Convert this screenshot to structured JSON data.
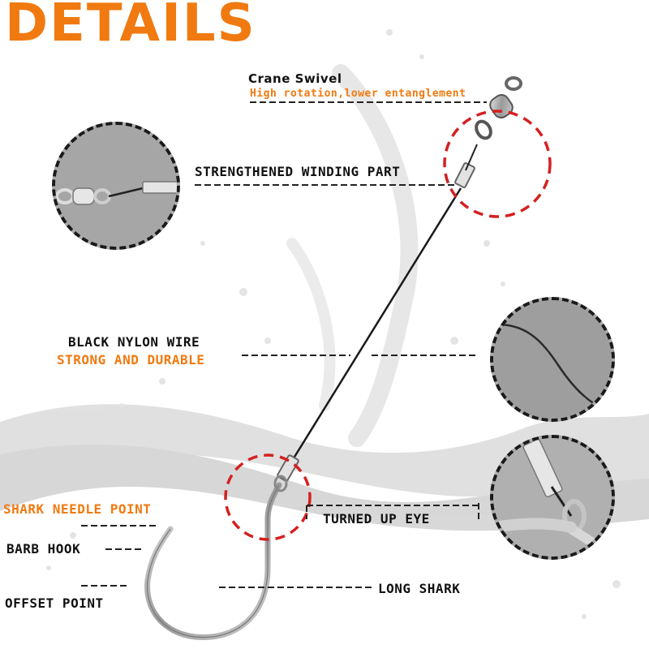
{
  "title": "DETAILS",
  "labels": {
    "crane_swivel": "Crane Swivel",
    "high_rotation": "High  rotation,lower entanglement",
    "strengthened": "STRENGTHENED WINDING PART",
    "black_nylon": "BLACK NYLON WIRE",
    "strong_durable": "STRONG AND DURABLE",
    "shark_needle": "SHARK NEEDLE POINT",
    "barb_hook": "BARB HOOK",
    "offset_point": "OFFSET POINT",
    "turned_up_eye": "TURNED UP EYE",
    "long_shark": "LONG SHARK"
  },
  "colors": {
    "accent": "#f07a10",
    "callout_dash": "#d42020",
    "text": "#111111",
    "zoom_bg": "#a9a9a9"
  }
}
